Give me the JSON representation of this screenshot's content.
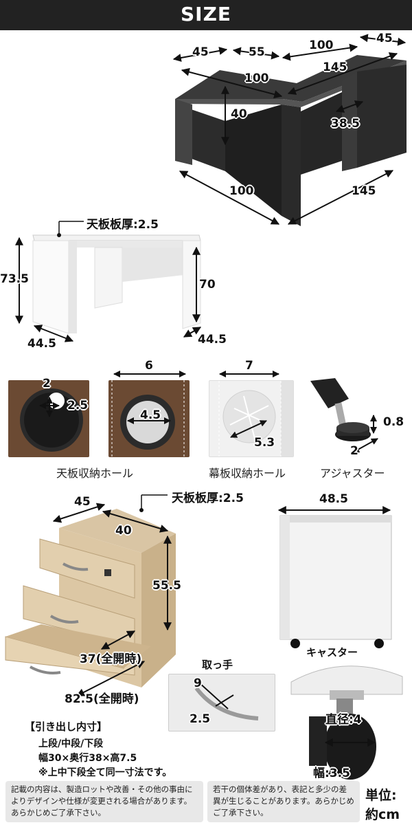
{
  "header": {
    "title": "SIZE"
  },
  "l_desk": {
    "dims": {
      "w45a": "45",
      "w55": "55",
      "w100top": "100",
      "w45b": "45",
      "top100": "100",
      "top145": "145",
      "h40": "40",
      "d385": "38.5",
      "bottom100": "100",
      "bottom145": "145"
    }
  },
  "desk_front": {
    "top_thickness": "天板板厚:2.5",
    "h735": "73.5",
    "h70": "70",
    "d445left": "44.5",
    "d445right": "44.5"
  },
  "holes": [
    {
      "caption": "天板収納ホール",
      "dims": [
        "2",
        "2.5"
      ]
    },
    {
      "caption": "",
      "dims": [
        "6",
        "4.5"
      ]
    },
    {
      "caption": "幕板収納ホール",
      "dims": [
        "7",
        "5.3"
      ]
    },
    {
      "caption": "アジャスター",
      "dims": [
        "0.8",
        "2"
      ]
    }
  ],
  "cabinet": {
    "top_thickness": "天板板厚:2.5",
    "w45": "45",
    "w40": "40",
    "h555": "55.5",
    "open37": "37(全開時)",
    "open825": "82.5(全開時)",
    "back_width": "48.5"
  },
  "handle": {
    "title": "取っ手",
    "dims": [
      "9",
      "2.5"
    ]
  },
  "caster": {
    "title": "キャスター",
    "diameter": "直径:4",
    "width": "幅:3.5"
  },
  "drawer_inner": {
    "title": "【引き出し内寸】",
    "lines": [
      "上段/中段/下段",
      "幅30×奥行38×高7.5",
      "※上中下段全て同一寸法です。"
    ]
  },
  "notes": [
    "記載の内容は、製造ロットや改善・その他の事由によりデザインや仕様が変更される場合があります。あらかじめご了承下さい。",
    "若干の個体差があり、表記と多少の差異が生じることがあります。あらかじめご了承下さい。"
  ],
  "unit": {
    "label": "単位:",
    "value": "約cm"
  }
}
